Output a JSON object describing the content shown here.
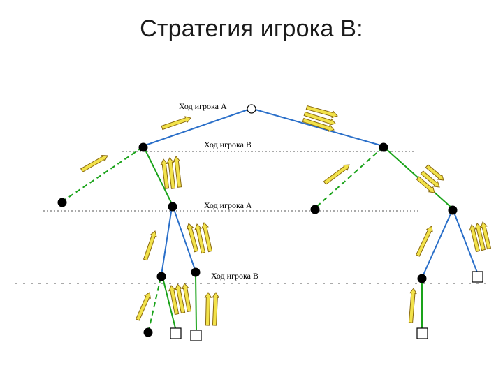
{
  "slide": {
    "title": "Стратегия игрока B:"
  },
  "levels": [
    {
      "label": "Ход игрока A"
    },
    {
      "label": "Ход игрока B"
    },
    {
      "label": "Ход игрока A"
    },
    {
      "label": "Ход игрока B"
    }
  ],
  "colors": {
    "blue_edge": "#2a6fc9",
    "green_edge": "#1aa31a",
    "arrow_fill": "#f2e24a",
    "arrow_stroke": "#8a6a10",
    "node": "#000000"
  }
}
